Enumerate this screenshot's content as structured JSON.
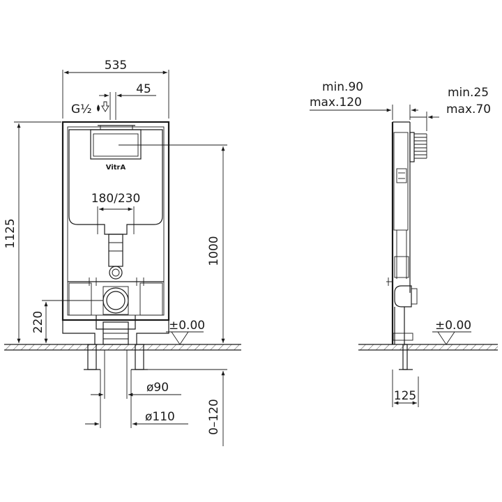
{
  "front_view": {
    "width_dim": "535",
    "offset_dim": "45",
    "inlet_label": "G½",
    "height_dim": "1125",
    "cistern_dim": "180/230",
    "actuator_height_dim": "1000",
    "outlet_height_dim": "220",
    "floor_level_label": "±0.00",
    "pipe_small_dim": "ø90",
    "pipe_large_dim": "ø110",
    "adjust_range_dim": "0–120",
    "logo_text": "VitrA"
  },
  "side_view": {
    "wall_min_dim": "min.90",
    "wall_max_dim": "max.120",
    "button_min_dim": "min.25",
    "button_max_dim": "max.70",
    "floor_level_label": "±0.00",
    "depth_dim": "125"
  }
}
